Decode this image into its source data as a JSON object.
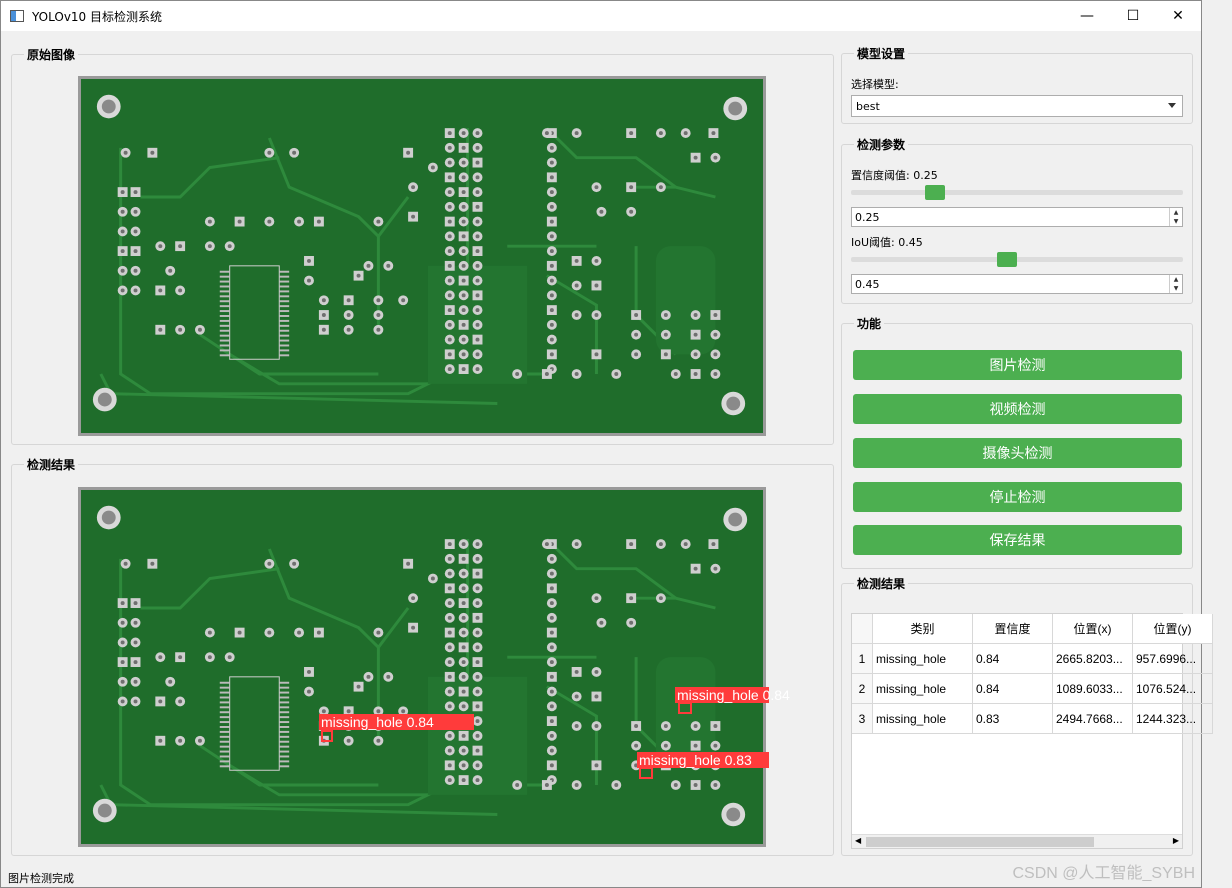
{
  "window": {
    "title": "YOLOv10 目标检测系统"
  },
  "original_group": {
    "title": "原始图像"
  },
  "result_group": {
    "title": "检测结果"
  },
  "model_group": {
    "title": "模型设置",
    "select_label": "选择模型:",
    "selected_model": "best"
  },
  "params_group": {
    "title": "检测参数",
    "conf_label": "置信度阈值: 0.25",
    "conf_value": "0.25",
    "conf_level": 0.25,
    "iou_label": "IoU阈值: 0.45",
    "iou_value": "0.45",
    "iou_level": 0.45
  },
  "function_group": {
    "title": "功能",
    "buttons": [
      "图片检测",
      "视频检测",
      "摄像头检测",
      "停止检测",
      "保存结果"
    ]
  },
  "table_group": {
    "title": "检测结果",
    "columns": [
      "类别",
      "置信度",
      "位置(x)",
      "位置(y)"
    ],
    "rows": [
      {
        "index": "1",
        "cls": "missing_hole",
        "conf": "0.84",
        "x": "2665.8203...",
        "y": "957.6996..."
      },
      {
        "index": "2",
        "cls": "missing_hole",
        "conf": "0.84",
        "x": "1089.6033...",
        "y": "1076.524..."
      },
      {
        "index": "3",
        "cls": "missing_hole",
        "conf": "0.83",
        "x": "2494.7668...",
        "y": "1244.323..."
      }
    ]
  },
  "detections": [
    {
      "label": "missing_hole  0.84"
    },
    {
      "label": "missing_hole  0.84"
    },
    {
      "label": "missing_hole  0.83"
    }
  ],
  "status": {
    "text": "图片检测完成"
  },
  "watermark": {
    "text": "CSDN @人工智能_SYBH"
  },
  "colors": {
    "accent": "#4caf50",
    "pcb": "#1e6b2a",
    "detection": "#ff3b3b"
  }
}
